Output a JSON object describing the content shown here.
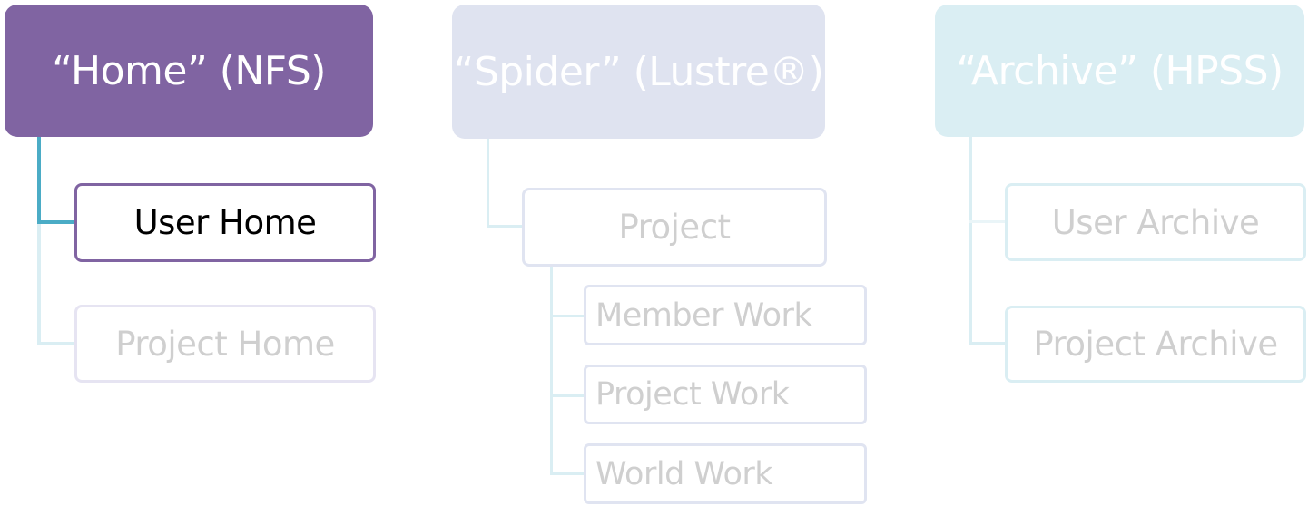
{
  "colors": {
    "home_accent": "#8064A2",
    "active_connector": "#4BACC6",
    "spider_fill": "#DFE3F0",
    "archive_fill": "#DAEEF3",
    "faded_text": "#CFCFCF",
    "faded_connector": "#DAEEF3"
  },
  "columns": [
    {
      "title": "“Home” (NFS)",
      "state": "active",
      "children": [
        {
          "label": "User Home",
          "state": "active"
        },
        {
          "label": "Project Home",
          "state": "faded"
        }
      ]
    },
    {
      "title": "“Spider” (Lustre®)",
      "state": "faded",
      "children": [
        {
          "label": "Project",
          "state": "faded",
          "children": [
            {
              "label": "Member Work"
            },
            {
              "label": "Project Work"
            },
            {
              "label": "World Work"
            }
          ]
        }
      ]
    },
    {
      "title": "“Archive” (HPSS)",
      "state": "faded",
      "children": [
        {
          "label": "User Archive",
          "state": "faded"
        },
        {
          "label": "Project Archive",
          "state": "faded"
        }
      ]
    }
  ]
}
